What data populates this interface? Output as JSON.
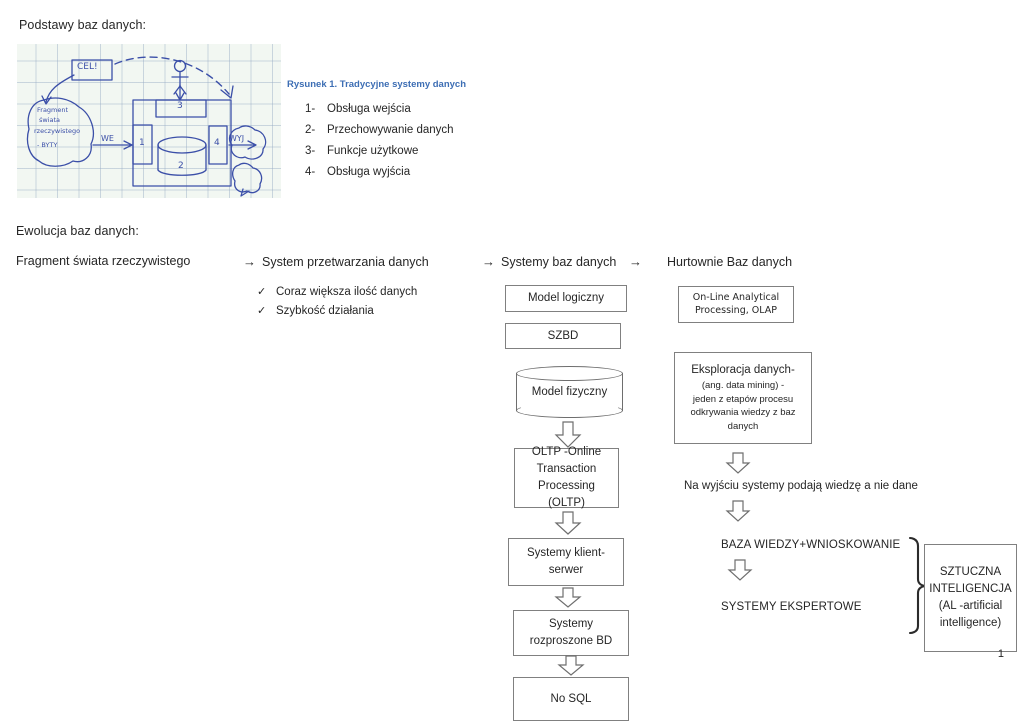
{
  "headings": {
    "basics": "Podstawy baz danych:",
    "evolution": "Ewolucja baz danych:"
  },
  "figure": {
    "caption": "Rysunek 1. Tradycyjne systemy danych",
    "legend": [
      {
        "num": "1-",
        "label": "Obsługa wejścia"
      },
      {
        "num": "2-",
        "label": "Przechowywanie danych"
      },
      {
        "num": "3-",
        "label": "Funkcje użytkowe"
      },
      {
        "num": "4-",
        "label": "Obsługa wyjścia"
      }
    ],
    "handwriting": {
      "goal": "CEL!",
      "fragment_line1": "Fragment",
      "fragment_line2": "świata",
      "fragment_line3": "rzeczywistego",
      "fragment_line4": "- BYTY",
      "input": "WE",
      "output": "WYJ",
      "n1": "1",
      "n2": "2",
      "n3": "3",
      "n4": "4"
    },
    "ink_color": "#3b4fa8",
    "paper_color": "#f2f7f2",
    "caption_color": "#3d6eb4"
  },
  "evolution": {
    "columns": [
      {
        "arrow": "",
        "title": "Fragment świata rzeczywistego"
      },
      {
        "arrow": "→",
        "title": "System przetwarzania danych"
      },
      {
        "arrow": "→",
        "title": "Systemy baz danych"
      },
      {
        "arrow": "→",
        "title": "Hurtownie Baz danych"
      }
    ],
    "processing_bullets": [
      {
        "tick": "✓",
        "label": "Coraz większa ilość danych"
      },
      {
        "tick": "✓",
        "label": "Szybkość działania"
      }
    ],
    "db_systems_boxes": [
      {
        "name": "model-logiczny",
        "text": "Model logiczny"
      },
      {
        "name": "szbd",
        "text": "SZBD"
      },
      {
        "name": "model-fizyczny",
        "text": "Model fizyczny"
      },
      {
        "name": "oltp",
        "text": "OLTP -Online Transaction Processing (OLTP)"
      },
      {
        "name": "systemy-klient-serwer",
        "text": "Systemy klient-serwer"
      },
      {
        "name": "systemy-rozproszone-bd",
        "text": "Systemy rozproszone BD"
      },
      {
        "name": "no-sql",
        "text": "No SQL"
      }
    ],
    "oltp_lines": [
      "OLTP -Online",
      "Transaction",
      "Processing (OLTP)"
    ],
    "klient_serwer_lines": [
      "Systemy klient-",
      "serwer"
    ],
    "rozproszone_lines": [
      "Systemy",
      "rozproszone BD"
    ],
    "nosql_text": "No SQL",
    "warehouse": {
      "olap_lines": [
        "On-Line Analytical",
        "Processing, OLAP"
      ],
      "mining_lines": [
        "Eksploracja danych-",
        "(ang. data mining) -",
        "jeden z etapów procesu",
        "odkrywania wiedzy z baz",
        "danych"
      ],
      "output_note": "Na wyjściu systemy podają wiedzę a nie dane",
      "knowledge_base": "BAZA WIEDZY+WNIOSKOWANIE",
      "expert_systems": "SYSTEMY EKSPERTOWE",
      "ai_lines": [
        "SZTUCZNA",
        "INTELIGENCJA",
        "(AL -artificial",
        "intelligence)"
      ]
    }
  },
  "page_number": "1"
}
